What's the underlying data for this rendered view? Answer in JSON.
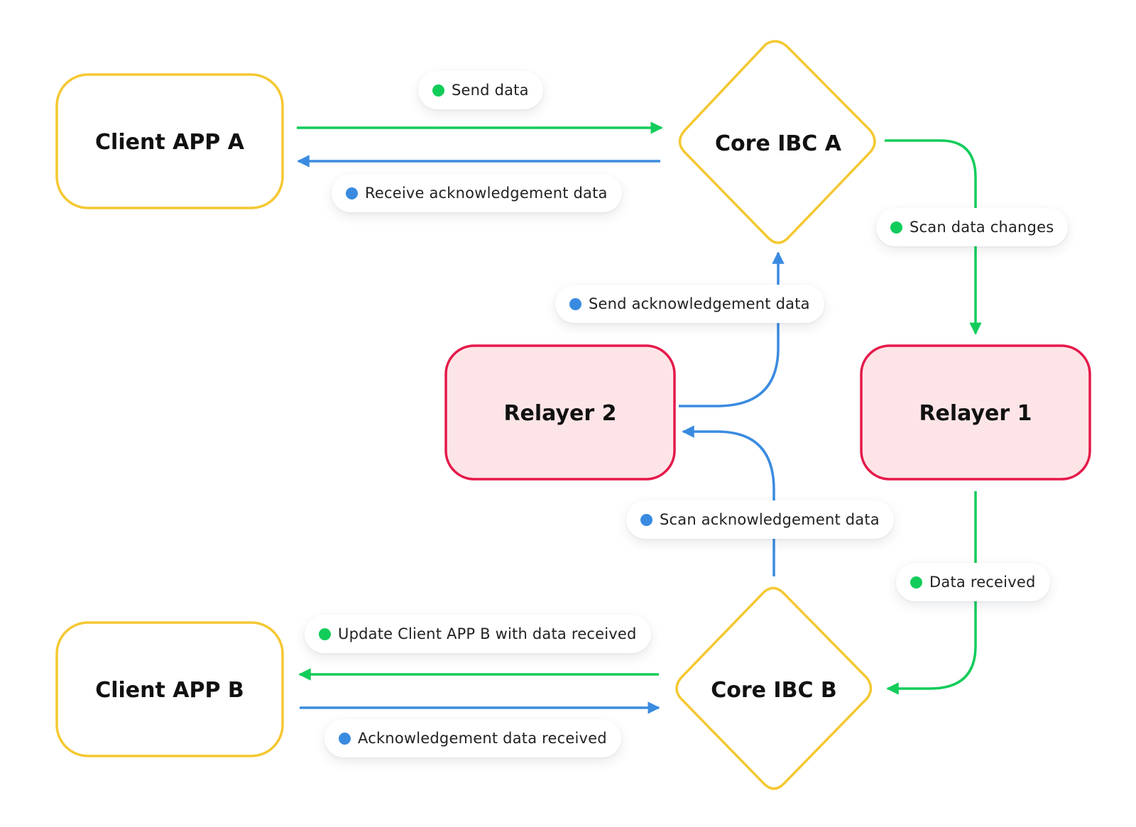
{
  "colors": {
    "client_border": "#F5C832",
    "relayer_border": "#E5194A",
    "relayer_fill": "#FDE5E7",
    "data_flow": "#12CC5A",
    "ack_flow": "#3A8BE0"
  },
  "nodes": {
    "client_a": "Client APP A",
    "core_a": "Core IBC A",
    "relayer_2": "Relayer 2",
    "relayer_1": "Relayer 1",
    "client_b": "Client APP B",
    "core_b": "Core IBC B"
  },
  "edges": [
    {
      "id": "send-data",
      "label": "Send data",
      "flow": "data",
      "from": "Client APP A",
      "to": "Core IBC A"
    },
    {
      "id": "receive-ack",
      "label": "Receive acknowledgement data",
      "flow": "ack",
      "from": "Core IBC A",
      "to": "Client APP A"
    },
    {
      "id": "scan-data-changes",
      "label": "Scan data changes",
      "flow": "data",
      "from": "Core IBC A",
      "to": "Relayer 1"
    },
    {
      "id": "send-ack",
      "label": "Send acknowledgement data",
      "flow": "ack",
      "from": "Relayer 2",
      "to": "Core IBC A"
    },
    {
      "id": "scan-ack",
      "label": "Scan acknowledgement data",
      "flow": "ack",
      "from": "Core IBC B",
      "to": "Relayer 2"
    },
    {
      "id": "data-received",
      "label": "Data received",
      "flow": "data",
      "from": "Relayer 1",
      "to": "Core IBC B"
    },
    {
      "id": "update-client-b",
      "label": "Update Client APP B with data received",
      "flow": "data",
      "from": "Core IBC B",
      "to": "Client APP B"
    },
    {
      "id": "ack-received",
      "label": "Acknowledgement data received",
      "flow": "ack",
      "from": "Client APP B",
      "to": "Core IBC B"
    }
  ]
}
